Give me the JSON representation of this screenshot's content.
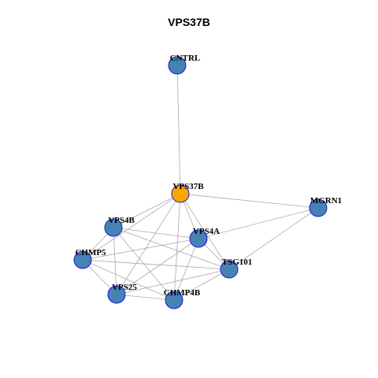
{
  "title": "VPS37B",
  "colors": {
    "center": "#ffa500",
    "node": "#4682b4",
    "border": "#1a1adc",
    "edge": "#aaaaaa"
  },
  "nodes": [
    {
      "id": "CNTRL",
      "label": "CNTRL",
      "type": "neighbor"
    },
    {
      "id": "VPS37B",
      "label": "VPS37B",
      "type": "center"
    },
    {
      "id": "MGRN1",
      "label": "MGRN1",
      "type": "neighbor"
    },
    {
      "id": "VPS4B",
      "label": "VPS4B",
      "type": "neighbor"
    },
    {
      "id": "VPS4A",
      "label": "VPS4A",
      "type": "neighbor"
    },
    {
      "id": "CHMP5",
      "label": "CHMP5",
      "type": "neighbor"
    },
    {
      "id": "TSG101",
      "label": "TSG101",
      "type": "neighbor"
    },
    {
      "id": "VPS25",
      "label": "VPS25",
      "type": "neighbor"
    },
    {
      "id": "CHMP4B",
      "label": "CHMP4B",
      "type": "neighbor"
    }
  ],
  "edges": [
    [
      "CNTRL",
      "VPS37B"
    ],
    [
      "VPS37B",
      "MGRN1"
    ],
    [
      "VPS37B",
      "VPS4B"
    ],
    [
      "VPS37B",
      "VPS4A"
    ],
    [
      "VPS37B",
      "CHMP5"
    ],
    [
      "VPS37B",
      "TSG101"
    ],
    [
      "VPS37B",
      "VPS25"
    ],
    [
      "VPS37B",
      "CHMP4B"
    ],
    [
      "MGRN1",
      "VPS4A"
    ],
    [
      "MGRN1",
      "TSG101"
    ],
    [
      "VPS4B",
      "VPS4A"
    ],
    [
      "VPS4B",
      "CHMP5"
    ],
    [
      "VPS4B",
      "TSG101"
    ],
    [
      "VPS4B",
      "VPS25"
    ],
    [
      "VPS4B",
      "CHMP4B"
    ],
    [
      "VPS4A",
      "CHMP5"
    ],
    [
      "VPS4A",
      "TSG101"
    ],
    [
      "VPS4A",
      "VPS25"
    ],
    [
      "VPS4A",
      "CHMP4B"
    ],
    [
      "CHMP5",
      "TSG101"
    ],
    [
      "CHMP5",
      "VPS25"
    ],
    [
      "CHMP5",
      "CHMP4B"
    ],
    [
      "TSG101",
      "VPS25"
    ],
    [
      "TSG101",
      "CHMP4B"
    ],
    [
      "VPS25",
      "CHMP4B"
    ]
  ]
}
